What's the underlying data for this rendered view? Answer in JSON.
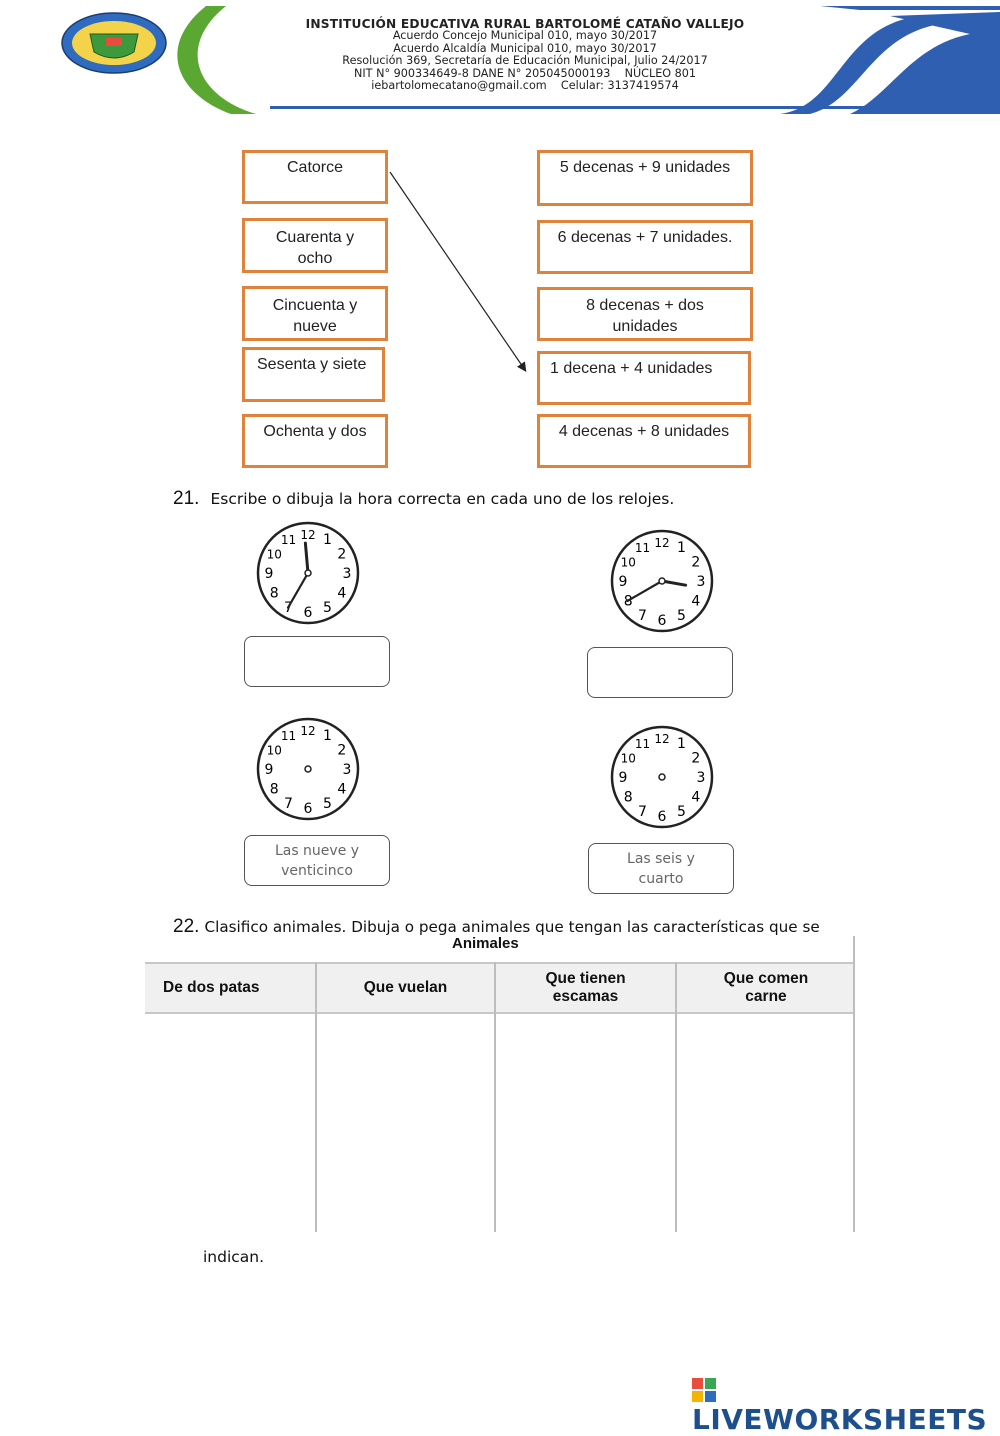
{
  "header": {
    "school_name": "INSTITUCIÓN EDUCATIVA RURAL BARTOLOMÉ CATAÑO VALLEJO",
    "lines": [
      "Acuerdo Concejo Municipal 010, mayo 30/2017",
      "Acuerdo Alcaldía Municipal 010, mayo 30/2017",
      "Resolución 369, Secretaría de Educación Municipal, Julio 24/2017",
      "NIT N° 900334649-8 DANE N° 205045000193    NÚCLEO 801",
      "iebartolomecatano@gmail.com    Celular: 3137419574"
    ],
    "colors": {
      "green": "#5aa832",
      "blue": "#2f5fb0"
    }
  },
  "matching": {
    "left": [
      "Catorce",
      "Cuarenta y\nocho",
      "Cincuenta y\nnueve",
      "Sesenta y siete",
      "Ochenta y dos"
    ],
    "right": [
      "5 decenas + 9 unidades",
      "6 decenas + 7 unidades.",
      "8 decenas + dos\nunidades",
      "1 decena + 4 unidades",
      "4 decenas + 8 unidades"
    ],
    "border_color": "#e0823a"
  },
  "q21": {
    "number": "21.",
    "text": "Escribe o dibuja la hora correcta en cada uno de los relojes.",
    "clock_numbers": [
      "12",
      "1",
      "2",
      "3",
      "4",
      "5",
      "6",
      "7",
      "8",
      "9",
      "10",
      "11"
    ],
    "answers": [
      "",
      "",
      "Las nueve y\nventicinco",
      "Las seis y\ncuarto"
    ]
  },
  "q22": {
    "number": "22.",
    "text": "Clasifico animales. Dibuja o pega animales que tengan las características que se",
    "continuation": "indican.",
    "table_title": "Animales",
    "columns": [
      "De dos patas",
      "Que vuelan",
      "Que tienen\nescamas",
      "Que comen\ncarne"
    ]
  },
  "footer": {
    "brand": "LIVEWORKSHEETS"
  }
}
